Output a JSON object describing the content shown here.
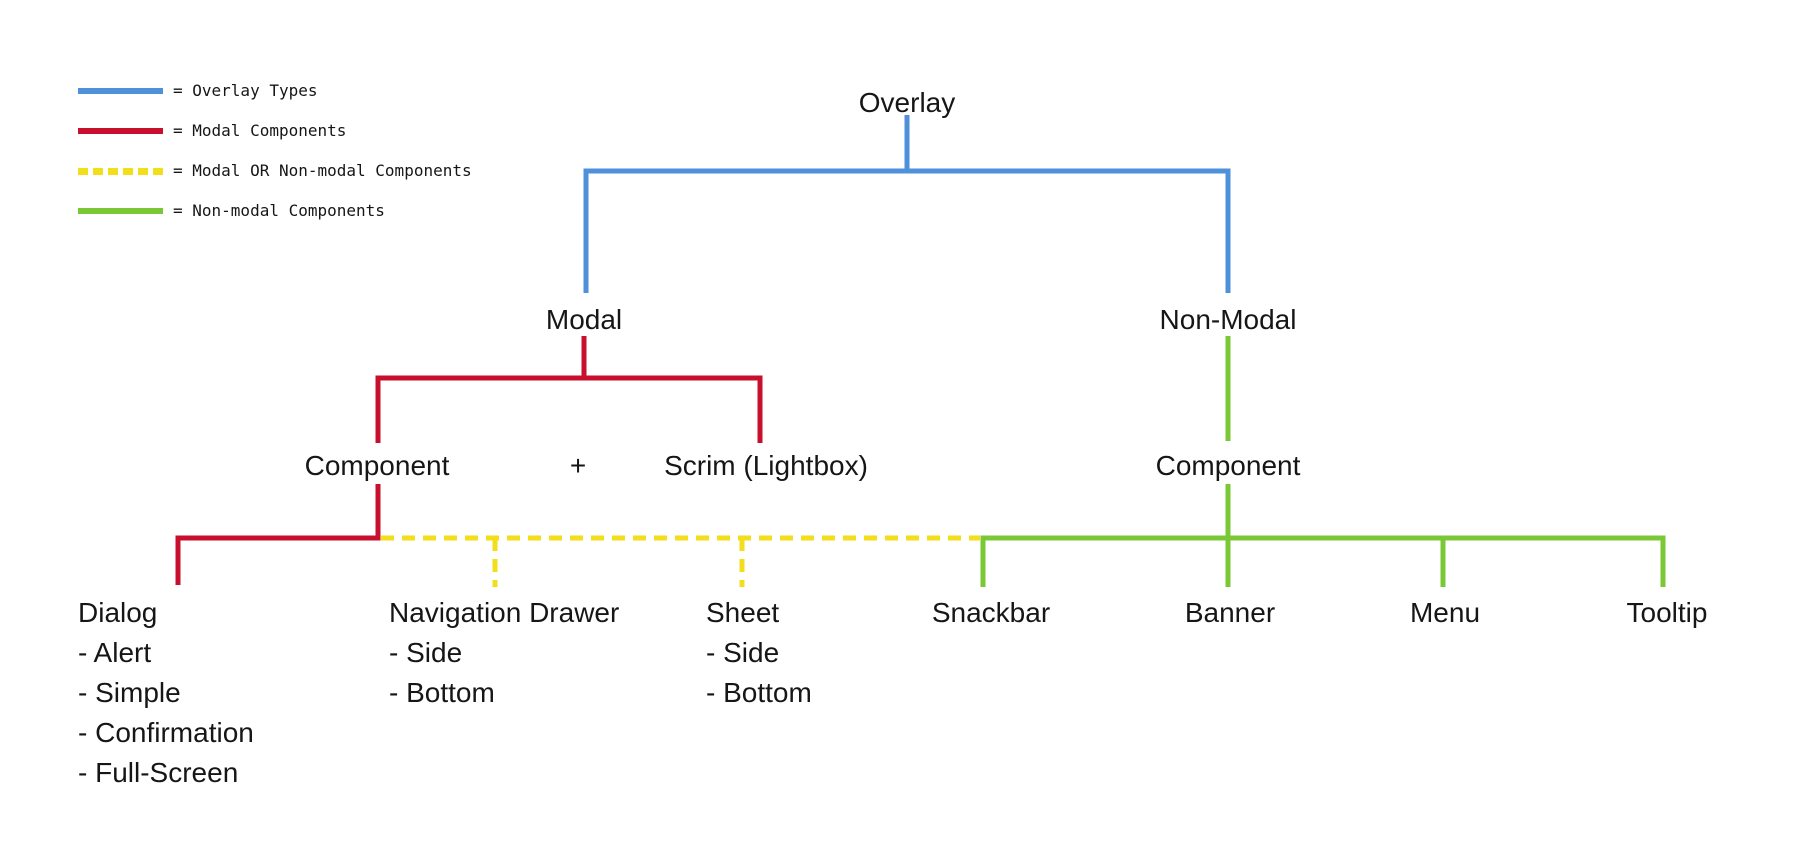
{
  "colors": {
    "overlay": "#4E90D9",
    "modal": "#C8102E",
    "either": "#F2DE1B",
    "nonmodal": "#7BC837",
    "text": "#161616",
    "background": "#FFFFFF"
  },
  "legend": {
    "items": [
      {
        "name": "overlay-types",
        "label": "= Overlay Types"
      },
      {
        "name": "modal-components",
        "label": "= Modal Components"
      },
      {
        "name": "modal-or-nonmodal-components",
        "label": "= Modal OR Non-modal Components"
      },
      {
        "name": "nonmodal-components",
        "label": "= Non-modal Components"
      }
    ]
  },
  "tree": {
    "root_label": "Overlay",
    "modal_label": "Modal",
    "nonmodal_label": "Non-Modal",
    "modal_component_label": "Component",
    "plus_label": "+",
    "scrim_label": "Scrim (Lightbox)",
    "nonmodal_component_label": "Component",
    "leaves": {
      "dialog": {
        "title": "Dialog",
        "items": [
          "- Alert",
          "- Simple",
          "- Confirmation",
          "- Full-Screen"
        ]
      },
      "navigation_drawer": {
        "title": "Navigation Drawer",
        "items": [
          "- Side",
          "- Bottom"
        ]
      },
      "sheet": {
        "title": "Sheet",
        "items": [
          "- Side",
          "- Bottom"
        ]
      },
      "snackbar": {
        "title": "Snackbar"
      },
      "banner": {
        "title": "Banner"
      },
      "menu": {
        "title": "Menu"
      },
      "tooltip": {
        "title": "Tooltip"
      }
    }
  }
}
